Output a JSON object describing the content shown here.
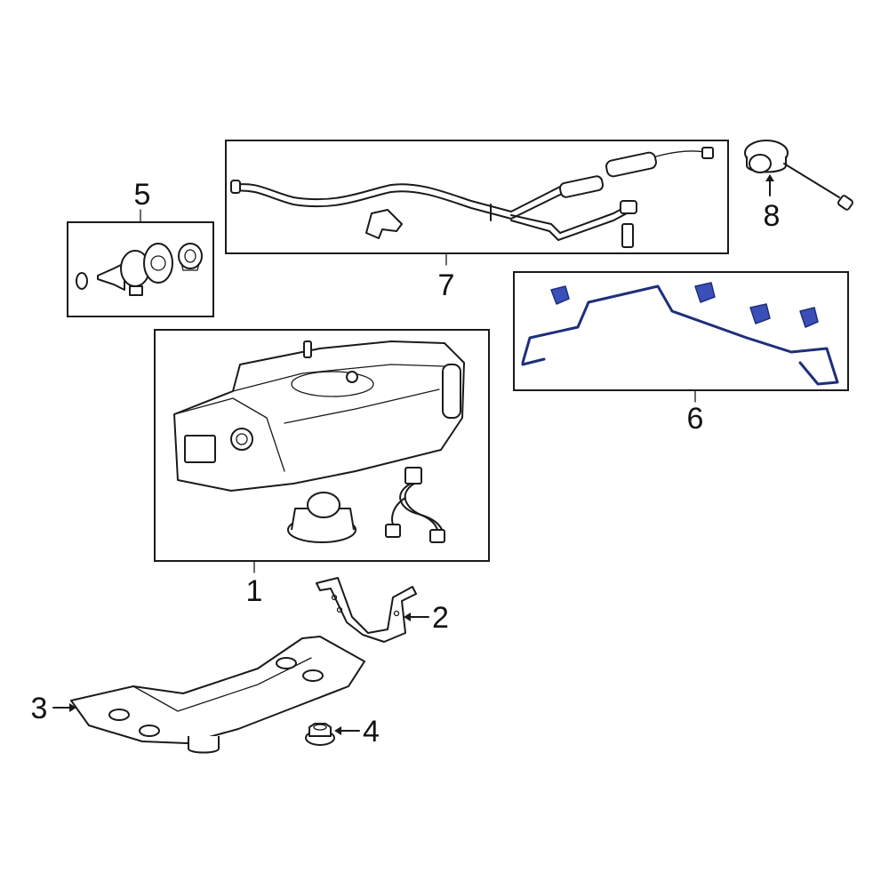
{
  "diagram": {
    "callouts": [
      {
        "id": "1",
        "label": "1"
      },
      {
        "id": "2",
        "label": "2"
      },
      {
        "id": "3",
        "label": "3"
      },
      {
        "id": "4",
        "label": "4"
      },
      {
        "id": "5",
        "label": "5"
      },
      {
        "id": "6",
        "label": "6"
      },
      {
        "id": "7",
        "label": "7"
      },
      {
        "id": "8",
        "label": "8"
      }
    ],
    "colors": {
      "line": "#1a1a1a",
      "highlight_part": "#3b4fb8",
      "highlight_outline": "#1f2f7a",
      "background": "#ffffff"
    }
  }
}
